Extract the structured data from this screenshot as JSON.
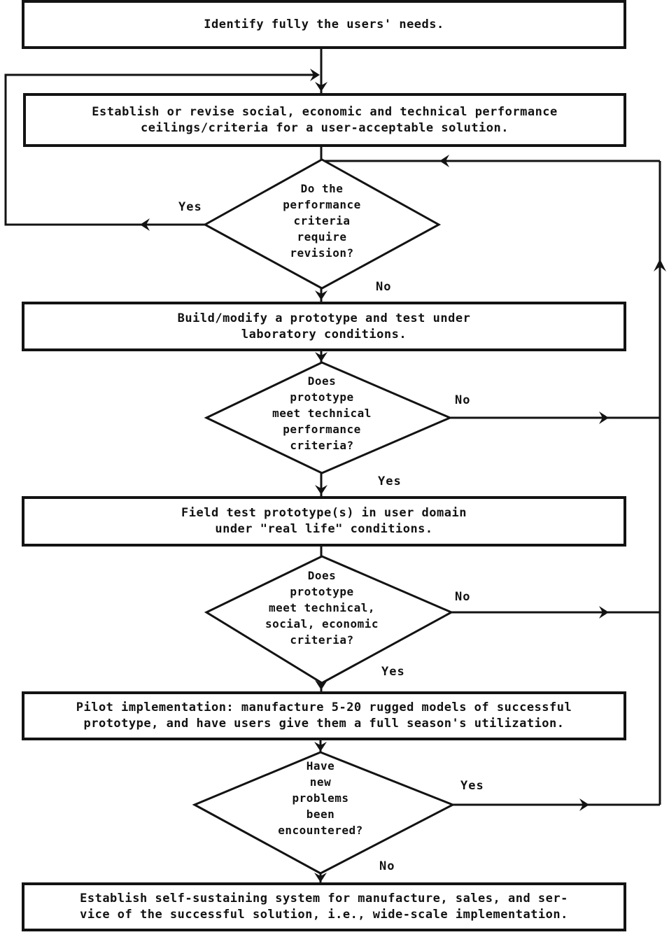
{
  "diagram": {
    "kind": "flowchart",
    "colors": {
      "ink": "#131313",
      "paper": "#ffffff"
    },
    "boxes": [
      {
        "id": "identify-needs",
        "lines": [
          "Identify fully the users' needs."
        ]
      },
      {
        "id": "establish-criteria",
        "lines": [
          "Establish or revise social, economic and technical performance",
          "ceilings/criteria for a user-acceptable solution."
        ]
      },
      {
        "id": "build-prototype",
        "lines": [
          "Build/modify a prototype and test under",
          "laboratory conditions."
        ]
      },
      {
        "id": "field-test",
        "lines": [
          "Field test prototype(s) in user domain",
          "under \"real life\" conditions."
        ]
      },
      {
        "id": "pilot-implementation",
        "lines": [
          "Pilot implementation: manufacture 5-20 rugged models of successful",
          "prototype, and have users give them a full season's utilization."
        ]
      },
      {
        "id": "self-sustaining-system",
        "lines": [
          "Establish self-sustaining system for manufacture, sales, and ser-",
          "vice of the successful solution, i.e., wide-scale implementation."
        ]
      }
    ],
    "decisions": [
      {
        "id": "criteria-revision",
        "lines": [
          "Do the",
          "performance",
          "criteria",
          "require",
          "revision?"
        ],
        "left_branch": "Yes",
        "down_branch": "No"
      },
      {
        "id": "technical-criteria",
        "lines": [
          "Does",
          "prototype",
          "meet technical",
          "performance",
          "criteria?"
        ],
        "right_branch": "No",
        "down_branch": "Yes"
      },
      {
        "id": "full-criteria",
        "lines": [
          "Does",
          "prototype",
          "meet technical,",
          "social, economic",
          "criteria?"
        ],
        "right_branch": "No",
        "down_branch": "Yes"
      },
      {
        "id": "new-problems",
        "lines": [
          "Have",
          "new",
          "problems",
          "been",
          "encountered?"
        ],
        "right_branch": "Yes",
        "down_branch": "No"
      }
    ]
  }
}
